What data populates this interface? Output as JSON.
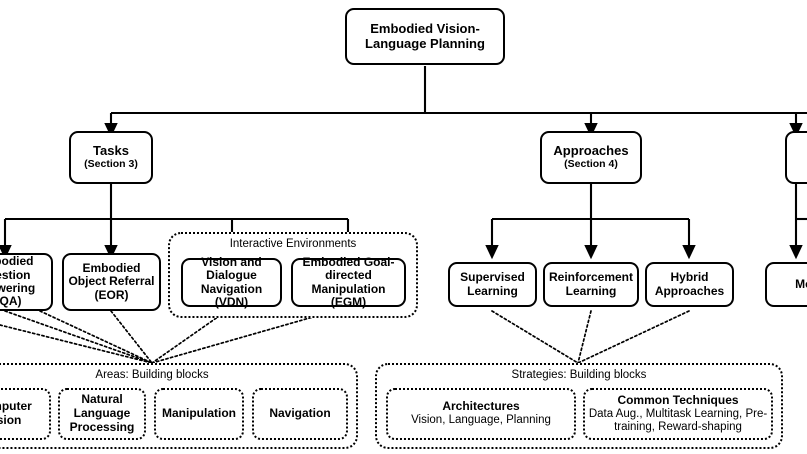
{
  "diagram": {
    "title": "Embodied Vision-Language Planning",
    "root": {
      "label": "Embodied Vision-Language Planning"
    },
    "branches": [
      {
        "label": "Tasks",
        "section": "(Section 3)"
      },
      {
        "label": "Approaches",
        "section": "(Section 4)"
      },
      {
        "label": "",
        "section": ""
      }
    ],
    "tasks": {
      "leaves": [
        {
          "label": "Embodied Question Answering (EQA)",
          "clipped": "left"
        },
        {
          "label": "Embodied Object Referral (EOR)",
          "clipped": "none"
        }
      ],
      "group": {
        "title": "Interactive Environments",
        "items": [
          {
            "label": "Vision and Dialogue Navigation (VDN)"
          },
          {
            "label": "Embodied Goal-directed Manipulation (EGM)"
          }
        ]
      }
    },
    "approaches": {
      "leaves": [
        {
          "label": "Supervised Learning"
        },
        {
          "label": "Reinforcement Learning"
        },
        {
          "label": "Hybrid Approaches"
        }
      ]
    },
    "evaluation": {
      "leaves": [
        {
          "label": "Metri",
          "clipped": "right"
        }
      ]
    },
    "building_blocks": [
      {
        "title": "Areas: Building blocks",
        "items": [
          {
            "header": "Computer Vision",
            "detail": "",
            "clipped": "left"
          },
          {
            "header": "Natural Language Processing",
            "detail": ""
          },
          {
            "header": "Manipulation",
            "detail": ""
          },
          {
            "header": "Navigation",
            "detail": ""
          }
        ]
      },
      {
        "title": "Strategies: Building blocks",
        "items": [
          {
            "header": "Architectures",
            "detail": "Vision, Language, Planning"
          },
          {
            "header": "Common Techniques",
            "detail": "Data Aug., Multitask Learning, Pre-training, Reward-shaping"
          }
        ]
      }
    ],
    "colors": {
      "stroke": "#000000",
      "text": "#000000",
      "background": "#ffffff"
    }
  }
}
